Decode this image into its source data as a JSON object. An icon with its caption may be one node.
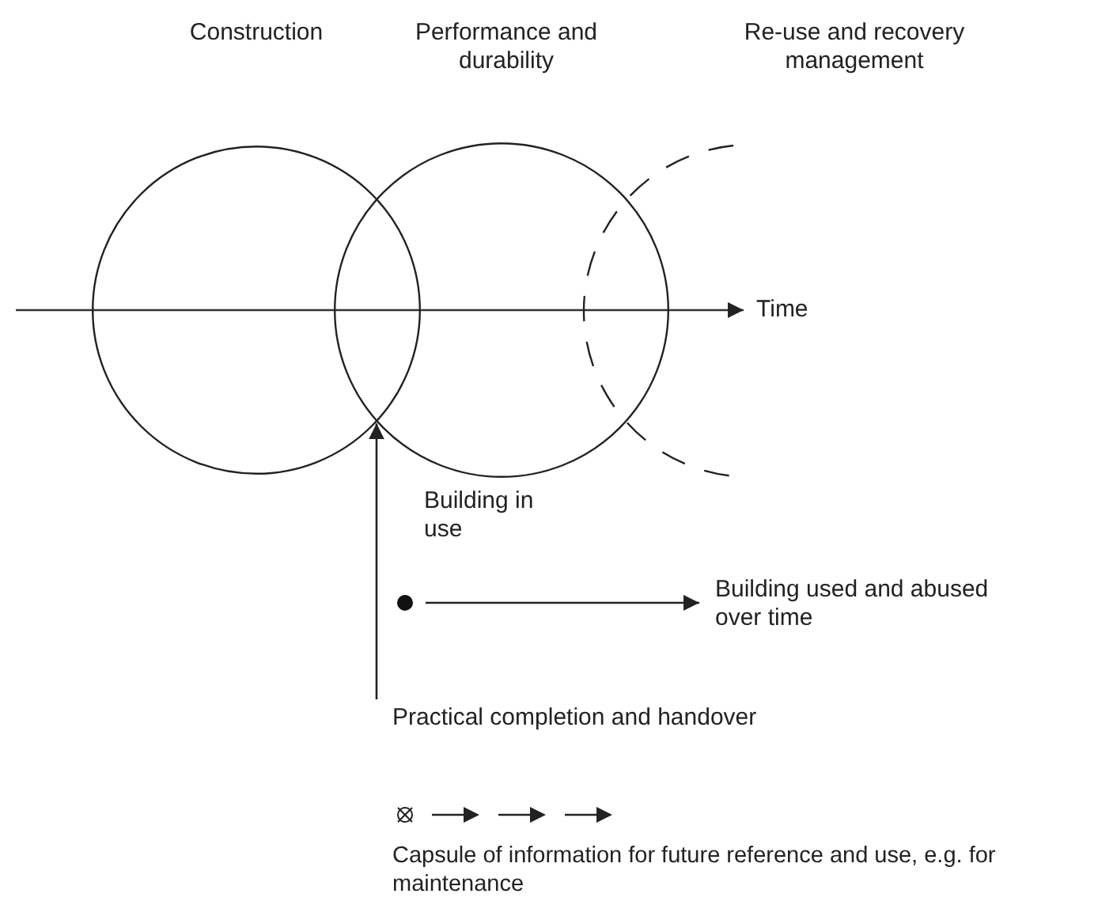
{
  "diagram": {
    "nodes": [
      {
        "text": [],
        "shape": "circle"
      },
      {
        "text": [],
        "shape": "circle"
      },
      {
        "text": [],
        "shape": "circle"
      },
      {
        "text": [
          "Practical completion and handover"
        ]
      },
      {
        "text": [],
        "shape": "circle"
      },
      {
        "text": [
          "Building used and abused over time"
        ]
      }
    ],
    "edges": [
      {
        "from": 3,
        "to": 1,
        "arrow": "to"
      },
      {
        "from": 4,
        "to": 5,
        "arrow": "to"
      }
    ],
    "labels": [
      "Construction",
      "Performance and durability",
      "Re-use and recovery management",
      "Time",
      "Building in use",
      "Capsule of information for future reference and use, e.g. for maintenance"
    ]
  }
}
